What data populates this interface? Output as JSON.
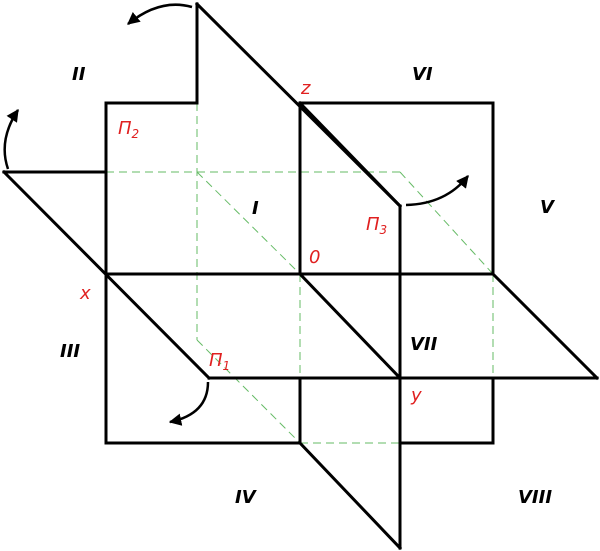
{
  "octants": {
    "I": "I",
    "II": "II",
    "III": "III",
    "IV": "IV",
    "V": "V",
    "VI": "VI",
    "VII": "VII",
    "VIII": "VIII"
  },
  "axes": {
    "x": "x",
    "y": "y",
    "z": "z",
    "origin": "0"
  },
  "planes": {
    "p1": {
      "letter": "П",
      "index": "1"
    },
    "p2": {
      "letter": "П",
      "index": "2"
    },
    "p3": {
      "letter": "П",
      "index": "3"
    }
  },
  "colors": {
    "lines": "#000000",
    "hidden_lines": "#66bb66",
    "labels": "#e02020"
  }
}
